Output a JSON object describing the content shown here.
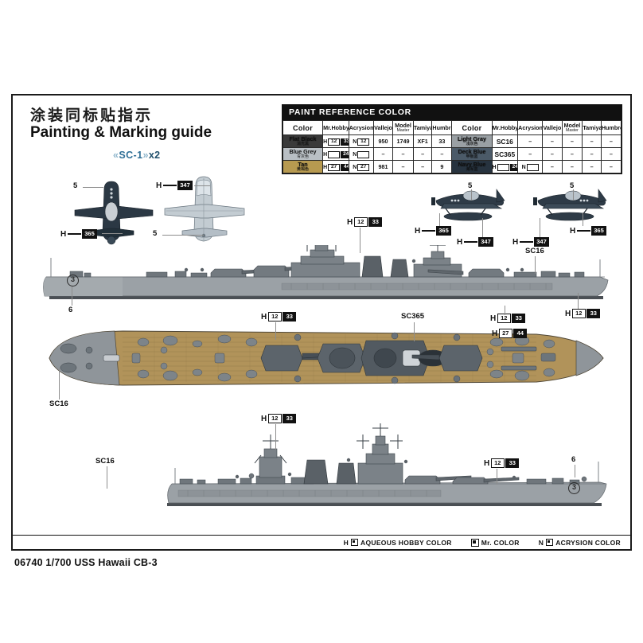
{
  "header": {
    "title_cn": "涂装同标贴指示",
    "title_en": "Painting & Marking guide",
    "sc1_prefix": "«",
    "sc1_code": "SC-1",
    "sc1_suffix": "»",
    "sc1_qty": "x2"
  },
  "paint_table": {
    "heading": "PAINT  REFERENCE COLOR",
    "columns_left": [
      "Color",
      "Mr.Hobby",
      "Acrysion",
      "Vallejo",
      "Model Master",
      "Tamiya",
      "Humbrol"
    ],
    "columns_right": [
      "Color",
      "Mr.Hobby",
      "Acrysion",
      "Vallejo",
      "Model Master",
      "Tamiya",
      "Humbrol"
    ],
    "column_sublabels": {
      "model_master_l1": "Model",
      "model_master_l2": "Master"
    },
    "rows_left": [
      {
        "color_name": "Flat Black",
        "color_cn": "消光黑",
        "swatch": "#3a3a3a",
        "mr_hobby": {
          "prefix": "H",
          "white": "12",
          "black": "33"
        },
        "acrysion": {
          "prefix": "N",
          "white": "12"
        },
        "vallejo": "950",
        "model_master": "1749",
        "tamiya": "XF1",
        "humbrol": "33"
      },
      {
        "color_name": "Blue Grey",
        "color_cn": "青灰色",
        "swatch": "#b9bfc4",
        "mr_hobby": {
          "prefix": "H",
          "white": "",
          "black": "242"
        },
        "acrysion": {
          "prefix": "N",
          "white": ""
        },
        "vallejo": "–",
        "model_master": "–",
        "tamiya": "–",
        "humbrol": "–"
      },
      {
        "color_name": "Tan",
        "color_cn": "黄褐色",
        "swatch": "#b79a50",
        "mr_hobby": {
          "prefix": "H",
          "white": "27",
          "black": "44"
        },
        "acrysion": {
          "prefix": "N",
          "white": "27"
        },
        "vallejo": "981",
        "model_master": "–",
        "tamiya": "–",
        "humbrol": "9"
      }
    ],
    "rows_right": [
      {
        "color_name": "Light Gray",
        "color_cn": "浅灰色",
        "swatch": "#9aa0a4",
        "mr_hobby_text": "SC16",
        "acrysion": "–",
        "vallejo": "–",
        "model_master": "–",
        "tamiya": "–",
        "humbrol": "–"
      },
      {
        "color_name": "Deck Blue",
        "color_cn": "甲板蓝",
        "swatch": "#4b5a68",
        "mr_hobby_text": "SC365",
        "acrysion": "–",
        "vallejo": "–",
        "model_master": "–",
        "tamiya": "–",
        "humbrol": "–"
      },
      {
        "color_name": "Navy Blue",
        "color_cn": "海军蓝",
        "swatch": "#27333f",
        "mr_hobby": {
          "prefix": "H",
          "white": "",
          "black": "248"
        },
        "acrysion": {
          "prefix": "N",
          "white": ""
        },
        "vallejo": "–",
        "model_master": "–",
        "tamiya": "–",
        "humbrol": "–"
      }
    ]
  },
  "aircraft": [
    {
      "id": "sc1-topview-dark",
      "part_number": "5",
      "callout": {
        "prefix": "H",
        "white": "",
        "black": "365"
      }
    },
    {
      "id": "sc1-topview-light",
      "part_number": "5",
      "callout": {
        "prefix": "H",
        "white": "",
        "black": "347"
      }
    },
    {
      "id": "sc1-sideview-left",
      "part_number": "5",
      "callouts": [
        {
          "prefix": "H",
          "white": "",
          "black": "365"
        },
        {
          "prefix": "H",
          "white": "",
          "black": "347"
        }
      ]
    },
    {
      "id": "sc1-sideview-right",
      "part_number": "5",
      "callouts": [
        {
          "prefix": "H",
          "white": "",
          "black": "347"
        },
        {
          "prefix": "H",
          "white": "",
          "black": "365"
        }
      ]
    }
  ],
  "views": {
    "port_profile": {
      "name": "port side profile",
      "hull_number": "3",
      "part_number": "6",
      "labels": [
        {
          "text": "SC16",
          "type": "plain"
        },
        {
          "text_parts": {
            "prefix": "H",
            "white": "12",
            "black": "33"
          },
          "type": "chip"
        }
      ]
    },
    "deck_plan": {
      "name": "deck plan view",
      "labels": [
        {
          "text": "SC16",
          "type": "plain"
        },
        {
          "text": "SC365",
          "type": "plain"
        },
        {
          "text_parts": {
            "prefix": "H",
            "white": "12",
            "black": "33"
          },
          "type": "chip"
        },
        {
          "text_parts": {
            "prefix": "H",
            "white": "27",
            "black": "44"
          },
          "type": "chip"
        }
      ]
    },
    "starboard_profile": {
      "name": "starboard side profile",
      "hull_number": "3",
      "part_number": "6",
      "labels": [
        {
          "text": "SC16",
          "type": "plain"
        },
        {
          "text_parts": {
            "prefix": "H",
            "white": "12",
            "black": "33"
          },
          "type": "chip"
        }
      ]
    }
  },
  "callouts": {
    "sc16": "SC16",
    "sc365": "SC365",
    "h_12_33": {
      "prefix": "H",
      "white": "12",
      "black": "33"
    },
    "h_27_44": {
      "prefix": "H",
      "white": "27",
      "black": "44"
    },
    "h_365": {
      "prefix": "H",
      "white": "",
      "black": "365"
    },
    "h_347": {
      "prefix": "H",
      "white": "",
      "black": "347"
    },
    "part_5": "5",
    "part_6": "6",
    "hull_3": "3"
  },
  "legend": {
    "aqueous_mark": "H",
    "aqueous": "AQUEOUS HOBBY COLOR",
    "mr_color": "Mr. COLOR",
    "acrysion_mark": "N",
    "acrysion": "ACRYSION COLOR"
  },
  "caption": {
    "text": "06740 1/700 USS Hawaii CB-3",
    "kit_number": "06740",
    "scale": "1/700",
    "subject": "USS Hawaii CB-3"
  },
  "colors": {
    "hull_gray": "#9ba1a6",
    "deck_tan": "#b1935a",
    "deck_blue": "#51606e",
    "dark_detail": "#2e3a45",
    "accent_blue": "#2f6f96",
    "frame": "#1b1b1b"
  }
}
